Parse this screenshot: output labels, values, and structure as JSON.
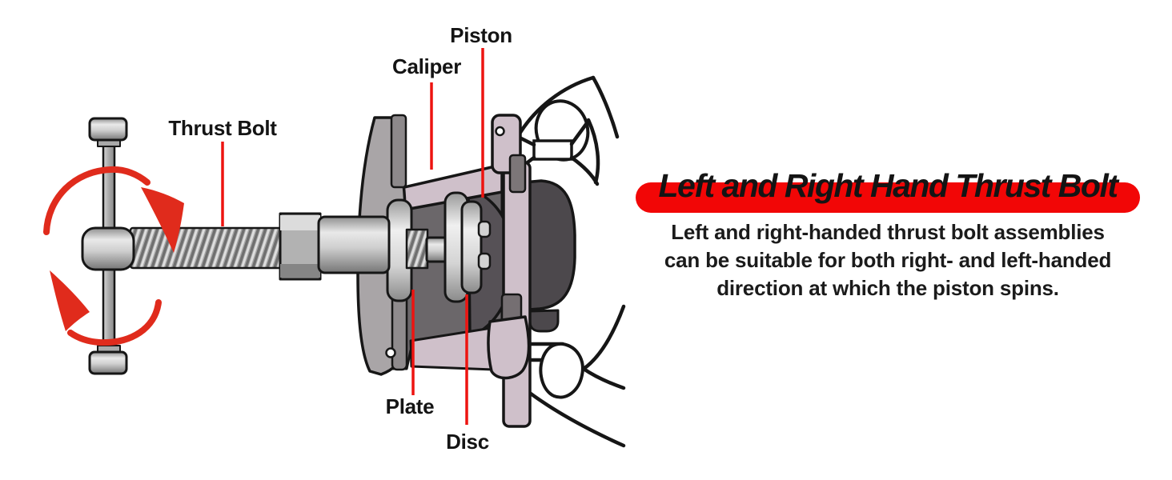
{
  "diagram": {
    "labels": {
      "thrust_bolt": "Thrust Bolt",
      "caliper": "Caliper",
      "piston": "Piston",
      "plate": "Plate",
      "disc": "Disc"
    },
    "icons": {
      "rotation_arrow_top": "curved-red-arrow-clockwise",
      "rotation_arrow_bottom": "curved-red-arrow-clockwise"
    }
  },
  "panel": {
    "title": "Left and Right Hand Thrust Bolt",
    "description_lines": [
      "Left and right-handed thrust bolt assemblies",
      "can be suitable for both right- and left-handed",
      "direction at which the piston spins."
    ]
  },
  "colors": {
    "banner_red": "#f20606",
    "leader_red": "#ed1410",
    "arrow_red": "#e02b1c",
    "text_black": "#141414",
    "caliper_pink": "#cfc0ca",
    "cavity_gray": "#6b676a",
    "piston_gray": "#565156",
    "pad_gray": "#4c484c",
    "flange_gray": "#a9a5a7",
    "outline_black": "#161616"
  }
}
